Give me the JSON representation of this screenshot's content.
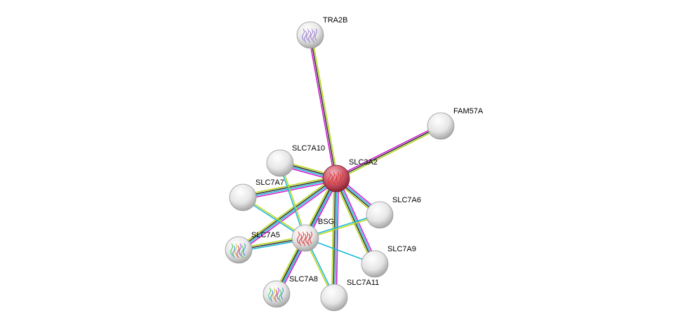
{
  "network": {
    "nodes": [
      {
        "id": "TRA2B",
        "label": "TRA2B",
        "query": false,
        "structure": "purple"
      },
      {
        "id": "FAM57A",
        "label": "FAM57A",
        "query": false,
        "structure": ""
      },
      {
        "id": "SLC3A2",
        "label": "SLC3A2",
        "query": true,
        "structure": "red"
      },
      {
        "id": "SLC7A10",
        "label": "SLC7A10",
        "query": false,
        "structure": ""
      },
      {
        "id": "SLC7A7",
        "label": "SLC7A7",
        "query": false,
        "structure": ""
      },
      {
        "id": "SLC7A6",
        "label": "SLC7A6",
        "query": false,
        "structure": ""
      },
      {
        "id": "BSG",
        "label": "BSG",
        "query": false,
        "structure": "red"
      },
      {
        "id": "SLC7A5",
        "label": "SLC7A5",
        "query": false,
        "structure": "rainbow"
      },
      {
        "id": "SLC7A9",
        "label": "SLC7A9",
        "query": false,
        "structure": ""
      },
      {
        "id": "SLC7A8",
        "label": "SLC7A8",
        "query": false,
        "structure": "rainbow"
      },
      {
        "id": "SLC7A11",
        "label": "SLC7A11",
        "query": false,
        "structure": ""
      }
    ],
    "evidence_colors": {
      "experiments": "#d020d0",
      "databases": "#20b8d8",
      "coexpression": "#333333",
      "textmining": "#b8d820"
    },
    "edges": [
      {
        "a": "SLC3A2",
        "b": "TRA2B",
        "evidence": [
          "experiments",
          "coexpression",
          "textmining"
        ]
      },
      {
        "a": "SLC3A2",
        "b": "FAM57A",
        "evidence": [
          "experiments",
          "coexpression",
          "textmining"
        ]
      },
      {
        "a": "SLC3A2",
        "b": "SLC7A10",
        "evidence": [
          "experiments",
          "databases",
          "coexpression",
          "textmining"
        ]
      },
      {
        "a": "SLC3A2",
        "b": "SLC7A7",
        "evidence": [
          "experiments",
          "databases",
          "coexpression",
          "textmining"
        ]
      },
      {
        "a": "SLC3A2",
        "b": "SLC7A6",
        "evidence": [
          "experiments",
          "databases",
          "coexpression",
          "textmining"
        ]
      },
      {
        "a": "SLC3A2",
        "b": "BSG",
        "evidence": [
          "experiments",
          "databases",
          "coexpression",
          "textmining"
        ]
      },
      {
        "a": "SLC3A2",
        "b": "SLC7A5",
        "evidence": [
          "experiments",
          "databases",
          "coexpression",
          "textmining"
        ]
      },
      {
        "a": "SLC3A2",
        "b": "SLC7A9",
        "evidence": [
          "experiments",
          "databases",
          "coexpression",
          "textmining"
        ]
      },
      {
        "a": "SLC3A2",
        "b": "SLC7A11",
        "evidence": [
          "experiments",
          "databases",
          "coexpression",
          "textmining"
        ]
      },
      {
        "a": "SLC3A2",
        "b": "SLC7A8",
        "evidence": [
          "experiments",
          "databases",
          "coexpression",
          "textmining"
        ]
      },
      {
        "a": "BSG",
        "b": "SLC7A8",
        "evidence": [
          "experiments",
          "databases",
          "coexpression",
          "textmining"
        ]
      },
      {
        "a": "BSG",
        "b": "SLC7A5",
        "evidence": [
          "databases",
          "coexpression",
          "textmining"
        ]
      },
      {
        "a": "BSG",
        "b": "SLC7A7",
        "evidence": [
          "databases",
          "textmining"
        ]
      },
      {
        "a": "BSG",
        "b": "SLC7A10",
        "evidence": [
          "databases",
          "textmining"
        ]
      },
      {
        "a": "BSG",
        "b": "SLC7A6",
        "evidence": [
          "databases",
          "textmining"
        ]
      },
      {
        "a": "BSG",
        "b": "SLC7A9",
        "evidence": [
          "databases"
        ]
      },
      {
        "a": "BSG",
        "b": "SLC7A11",
        "evidence": [
          "databases",
          "textmining"
        ]
      }
    ]
  }
}
